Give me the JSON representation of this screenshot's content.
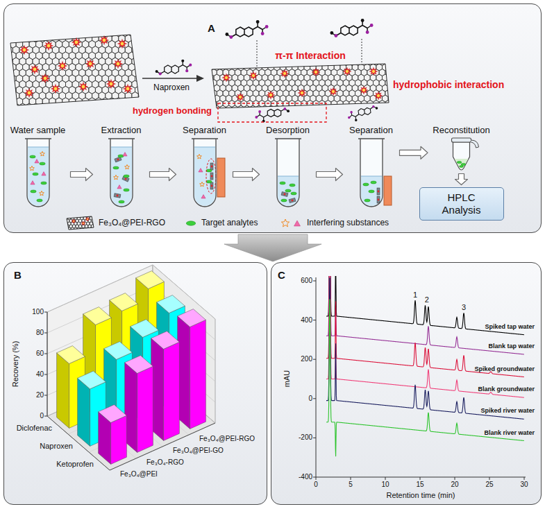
{
  "diagram": {
    "nodes": [
      {
        "text": [
          "A"
        ]
      },
      {
        "text": [
          "Water sample"
        ],
        "in": 0
      },
      {
        "text": [
          "Extraction"
        ],
        "in": 0
      },
      {
        "text": [
          "Separation"
        ],
        "in": 0
      },
      {
        "text": [
          "Desorption"
        ],
        "in": 0
      },
      {
        "text": [
          "Separation"
        ],
        "in": 0
      },
      {
        "text": [
          "Reconstitution"
        ],
        "in": 0
      },
      {
        "text": [
          "HPLC Analysis"
        ],
        "in": 0
      },
      {
        "text": [
          "B"
        ]
      },
      {
        "text": [
          "C"
        ]
      }
    ],
    "edges": [
      {
        "from": 1,
        "to": 2,
        "arrow": "to"
      },
      {
        "from": 2,
        "to": 3,
        "arrow": "to"
      },
      {
        "from": 3,
        "to": 4,
        "arrow": "to"
      },
      {
        "from": 4,
        "to": 5,
        "arrow": "to"
      },
      {
        "from": 5,
        "to": 6,
        "arrow": "to"
      },
      {
        "from": 6,
        "to": 7,
        "arrow": "to"
      }
    ],
    "labels": [
      "π-π Interaction",
      "hydrophobic interaction",
      "hydrogen bonding",
      "Naproxen",
      "Recovery (%)",
      "0",
      "20",
      "40",
      "60",
      "80",
      "100",
      "Diclofenac",
      "Naproxen",
      "Ketoprofen",
      "Fe₃O₄@PEI",
      "Fe₃O₄-RGO",
      "Fe₃O₄@PEI-GO",
      "Fe₃O₄@PEI-RGO",
      "600",
      "400",
      "200",
      "0",
      "-200",
      "-400",
      "mAU",
      "0",
      "5",
      "10",
      "15",
      "20",
      "25",
      "30",
      "Retention time (min)",
      "Spiked tap water",
      "Blank tap water",
      "Spiked groundwater",
      "Blank groundwater",
      "Spiked river water",
      "Blank river water",
      "1",
      "2",
      "3"
    ],
    "legend": [
      {
        "text": "Fe₃O₄@PEI-RGO"
      },
      {
        "text": "Target analytes"
      },
      {
        "text": "Interfering substances"
      }
    ]
  }
}
